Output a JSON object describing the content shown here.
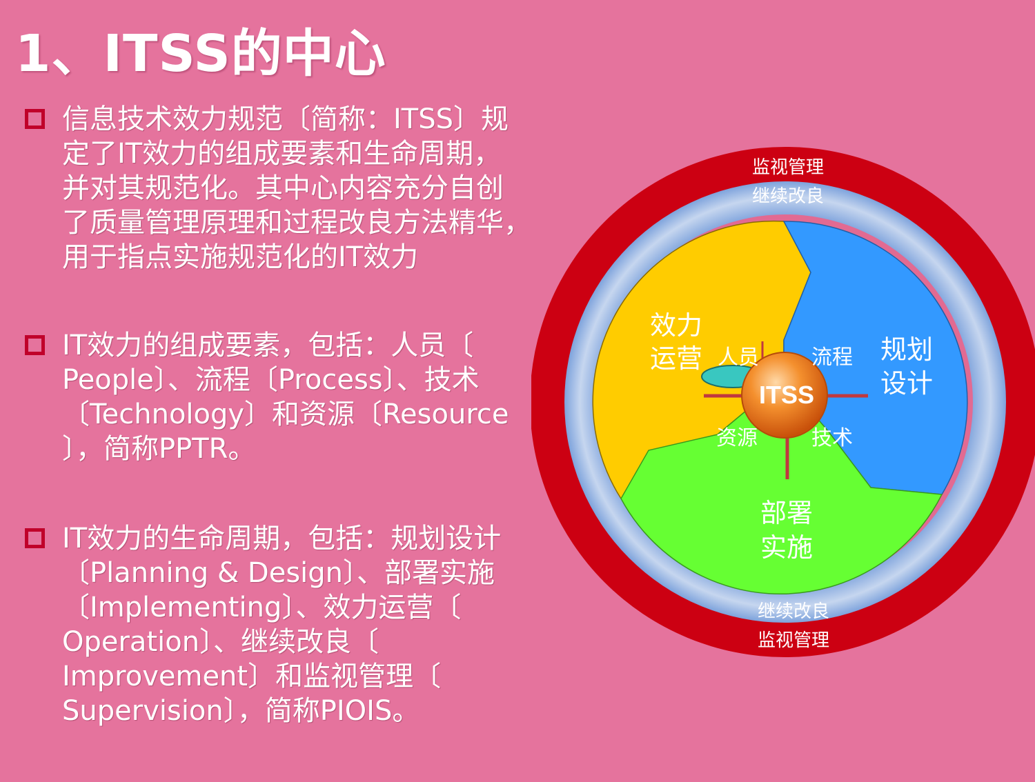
{
  "title": "1、ITSS的中心",
  "bullets": [
    {
      "text": "信息技术效力规范〔简称：ITSS〕规\n定了IT效力的组成要素和生命周期，\n并对其规范化。其中心内容充分自创\n了质量管理原理和过程改良方法精华，\n用于指点实施规范化的IT效力"
    },
    {
      "text": "IT效力的组成要素，包括：人员〔\nPeople〕、流程〔Process〕、技术\n〔Technology〕和资源〔Resource\n〕，简称PPTR。"
    },
    {
      "text": "IT效力的生命周期，包括：规划设计\n〔Planning & Design〕、部署实施\n〔Implementing〕、效力运营〔\nOperation〕、继续改良〔\nImprovement〕和监视管理〔\nSupervision〕，简称PIOIS。"
    }
  ],
  "diagram": {
    "top_outer": "监视管理",
    "top_inner": "继续改良",
    "bottom_inner": "继续改良",
    "bottom_outer": "监视管理",
    "phase_operate": [
      "效力",
      "运营"
    ],
    "phase_plan": [
      "规划",
      "设计"
    ],
    "phase_deploy": [
      "部署",
      "实施"
    ],
    "center": "ITSS",
    "elements": {
      "people": "人员",
      "process": "流程",
      "resource": "资源",
      "technology": "技术"
    },
    "colors": {
      "outer_ring": "#cc0012",
      "inner_ring": "#8fb3e6",
      "operate": "#ffcc00",
      "plan": "#3399ff",
      "deploy": "#66ff33",
      "hub": "#f07a1a"
    }
  }
}
